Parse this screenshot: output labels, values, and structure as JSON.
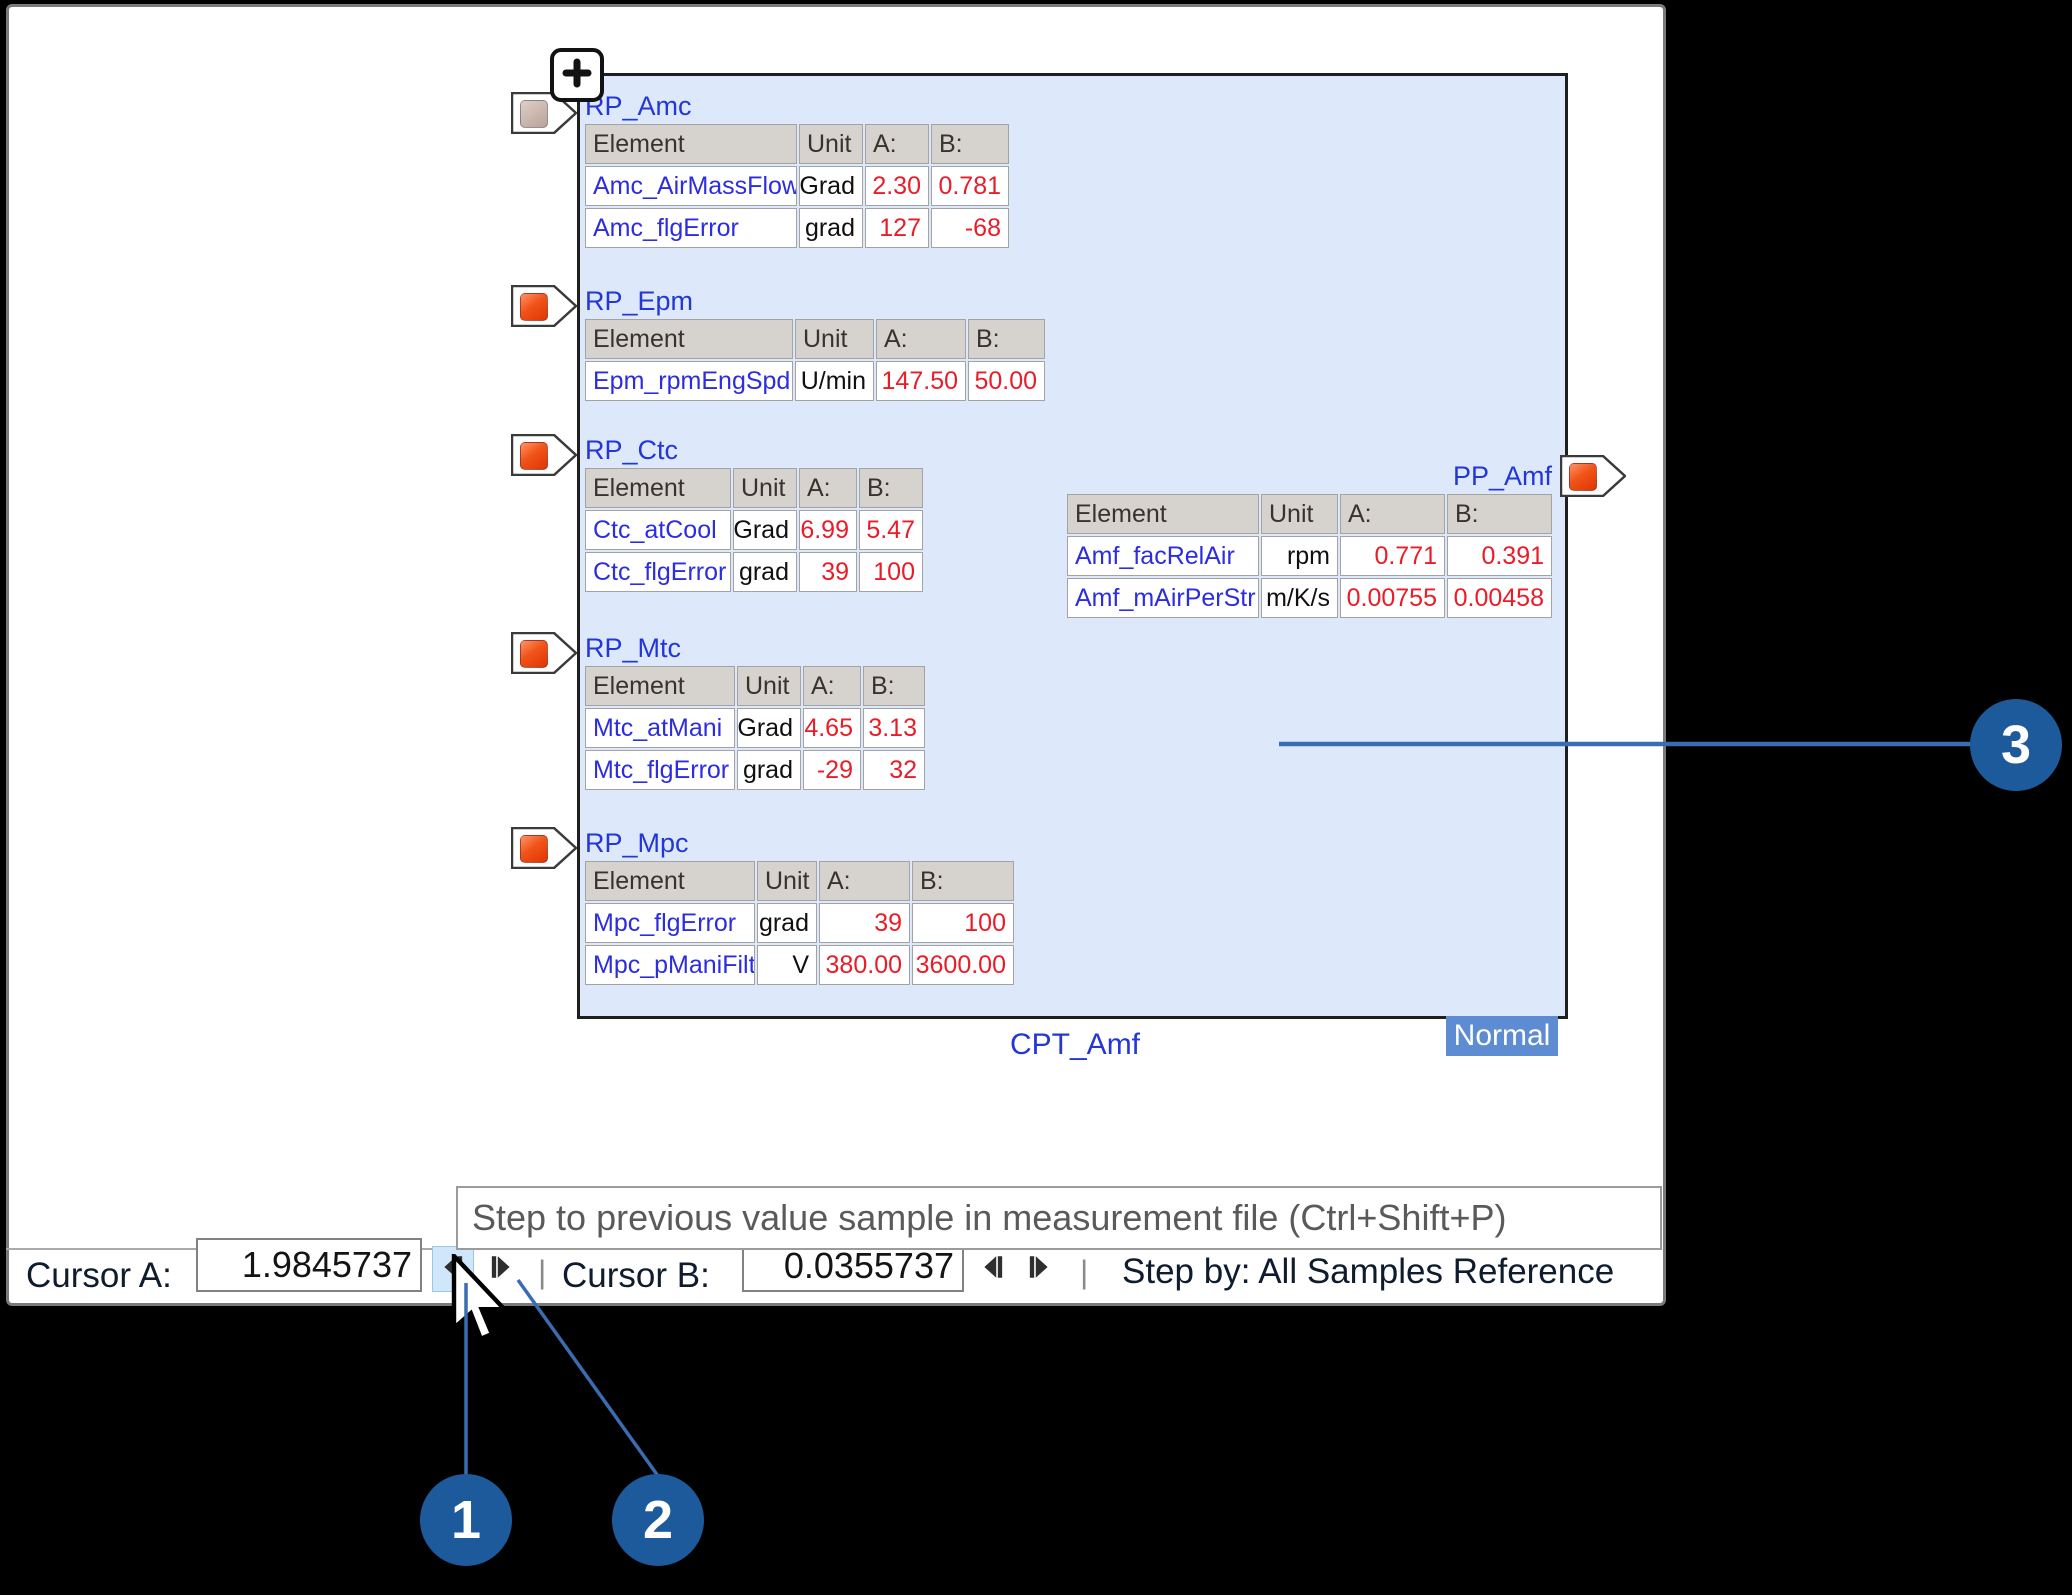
{
  "canvas": {
    "plus_button": "+",
    "block_label": "CPT_Amf",
    "mode_badge": "Normal",
    "table_headers": {
      "element": "Element",
      "unit": "Unit",
      "a": "A:",
      "b": "B:"
    },
    "groups": [
      {
        "title": "RP_Amc",
        "port": "input",
        "port_color_name": "beige",
        "rows": [
          {
            "element": "Amc_AirMassFlow",
            "unit": "Grad",
            "a": "2.30",
            "b": "0.781"
          },
          {
            "element": "Amc_flgError",
            "unit": "grad",
            "a": "127",
            "b": "-68"
          }
        ]
      },
      {
        "title": "RP_Epm",
        "port": "input",
        "port_color_name": "orange",
        "rows": [
          {
            "element": "Epm_rpmEngSpd",
            "unit": "U/min",
            "a": "147.50",
            "b": "50.00"
          }
        ]
      },
      {
        "title": "RP_Ctc",
        "port": "input",
        "port_color_name": "orange",
        "rows": [
          {
            "element": "Ctc_atCool",
            "unit": "Grad",
            "a": "6.99",
            "b": "5.47"
          },
          {
            "element": "Ctc_flgError",
            "unit": "grad",
            "a": "39",
            "b": "100"
          }
        ]
      },
      {
        "title": "RP_Mtc",
        "port": "input",
        "port_color_name": "orange",
        "rows": [
          {
            "element": "Mtc_atMani",
            "unit": "Grad",
            "a": "4.65",
            "b": "3.13"
          },
          {
            "element": "Mtc_flgError",
            "unit": "grad",
            "a": "-29",
            "b": "32"
          }
        ]
      },
      {
        "title": "RP_Mpc",
        "port": "input",
        "port_color_name": "orange",
        "rows": [
          {
            "element": "Mpc_flgError",
            "unit": "grad",
            "a": "39",
            "b": "100"
          },
          {
            "element": "Mpc_pManiFilt",
            "unit": "V",
            "a": "380.00",
            "b": "3600.00"
          }
        ]
      },
      {
        "title": "PP_Amf",
        "port": "output",
        "port_color_name": "orange",
        "rows": [
          {
            "element": "Amf_facRelAir",
            "unit": "rpm",
            "a": "0.771",
            "b": "0.391"
          },
          {
            "element": "Amf_mAirPerStr",
            "unit": "m/K/s",
            "a": "0.00755",
            "b": "0.00458"
          }
        ]
      }
    ]
  },
  "tooltip": {
    "text": "Step to previous value sample in measurement file (Ctrl+Shift+P)"
  },
  "status_bar": {
    "cursor_a_label": "Cursor A:",
    "cursor_a_value": "1.9845737",
    "cursor_b_label": "Cursor B:",
    "cursor_b_value": "0.0355737",
    "separator": "|",
    "step_by_text": "Step by: All Samples Reference"
  },
  "callouts": [
    {
      "number": "1"
    },
    {
      "number": "2"
    },
    {
      "number": "3"
    }
  ],
  "colors": {
    "block_bg": "#dde9fb",
    "label_blue": "#2336d9",
    "element_blue": "#2c2ce0",
    "value_red": "#ea1c27",
    "header_bg": "#d6d3cf",
    "port_orange": "#f05318",
    "port_beige": "#c9b4aa",
    "badge_bg": "#5d8cd2",
    "callout_blue": "#1d5a9c",
    "step_button_highlight": "#cfe6fb"
  }
}
